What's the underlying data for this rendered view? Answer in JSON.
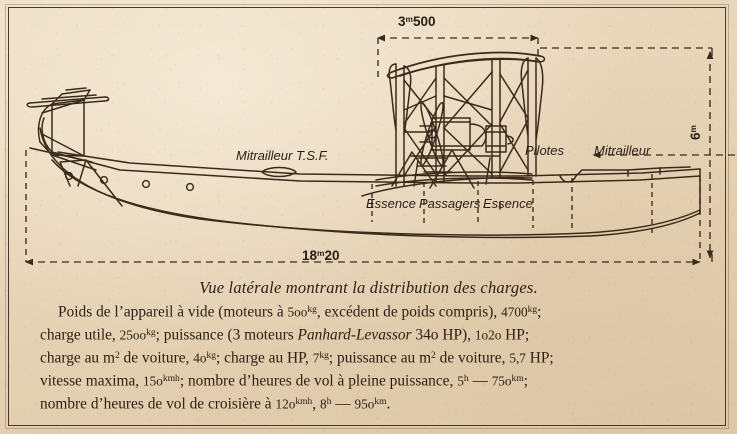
{
  "figure": {
    "dimensions": {
      "top_width": {
        "value": "3",
        "unit": "m",
        "decimal": "500"
      },
      "bottom_length": {
        "value": "18",
        "unit": "m",
        "decimal": "20"
      },
      "right_height": {
        "value": "6",
        "unit": "m"
      }
    },
    "labels": {
      "gunner_radio": "Mitrailleur T.S.F.",
      "fuel_front": "Essence",
      "passengers": "Passagers",
      "fuel_rear": "Essence",
      "pilots": "Pilotes",
      "gunner": "Mitrailleur"
    },
    "caption": "Vue latérale montrant la distribution des charges."
  },
  "specs": {
    "line1": {
      "a": "Poids de l’appareil à vide (moteurs à ",
      "v1": "5oo",
      "u1": "kg",
      "b": ", excédent de poids compris), ",
      "v2": "4700",
      "u2": "kg",
      "c": ";"
    },
    "line2": {
      "a": "charge utile, ",
      "v1": "25oo",
      "u1": "kg",
      "b": "; puissance (3 moteurs ",
      "engine": "Panhard-Levassor",
      "c": " 34o HP), ",
      "v2": "1o2o",
      "d": " HP;"
    },
    "line3": {
      "a": "charge au m",
      "sup1": "2",
      "b": " de voiture, ",
      "v1": "4o",
      "u1": "kg",
      "c": "; charge au HP, ",
      "v2": "7",
      "u2": "kg",
      "d": "; puissance au m",
      "sup2": "2",
      "e": " de voiture, ",
      "v3": "5,7",
      "f": " HP;"
    },
    "line4": {
      "a": "vitesse maxima, ",
      "v1": "15o",
      "u1": "kmh",
      "b": "; nombre d’heures de vol à pleine puissance, ",
      "v2": "5",
      "u2": "h",
      "c": " — ",
      "v3": "75o",
      "u3": "km",
      "d": ";"
    },
    "line5": {
      "a": "nombre d’heures de vol de croisière à ",
      "v1": "12o",
      "u1": "kmh",
      "b": ", ",
      "v2": "8",
      "u2": "h",
      "c": " — ",
      "v3": "95o",
      "u3": "km",
      "d": "."
    }
  },
  "colors": {
    "paper": "#e7d4b7",
    "ink": "#2b1e13",
    "line": "#3a2a1a",
    "frame": "#4a3826"
  }
}
